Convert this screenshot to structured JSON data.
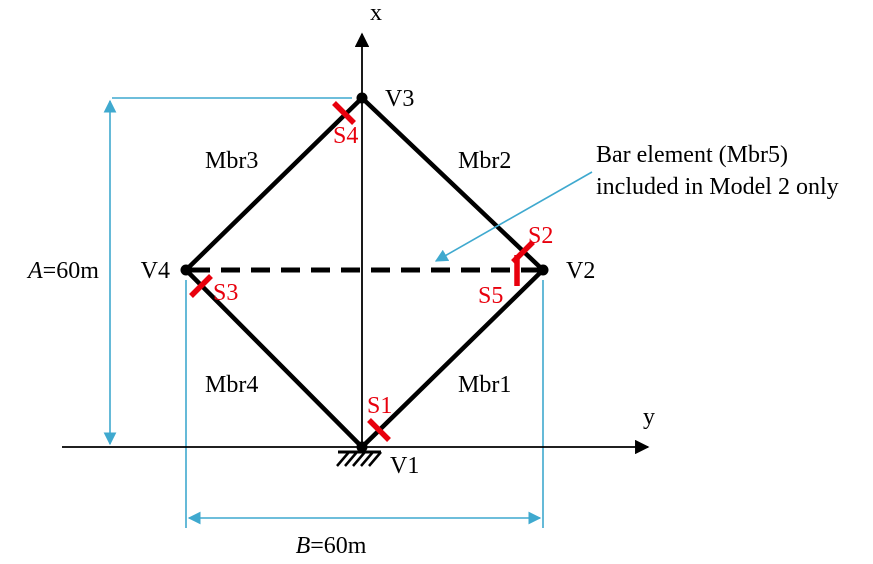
{
  "colors": {
    "structure": "#000000",
    "sensor_red": "#e8000d",
    "dimension_cyan": "#3fa9cf"
  },
  "axes": {
    "x_label": "x",
    "y_label": "y"
  },
  "vertices": {
    "v1": "V1",
    "v2": "V2",
    "v3": "V3",
    "v4": "V4"
  },
  "members": {
    "mbr1": "Mbr1",
    "mbr2": "Mbr2",
    "mbr3": "Mbr3",
    "mbr4": "Mbr4"
  },
  "sensors": {
    "s1": "S1",
    "s2": "S2",
    "s3": "S3",
    "s4": "S4",
    "s5": "S5"
  },
  "annotation": {
    "line1": "Bar element (Mbr5)",
    "line2": "included in Model 2 only"
  },
  "dimensions": {
    "a_symbol": "A",
    "a_value": "=60m",
    "b_symbol": "B",
    "b_value": "=60m"
  }
}
